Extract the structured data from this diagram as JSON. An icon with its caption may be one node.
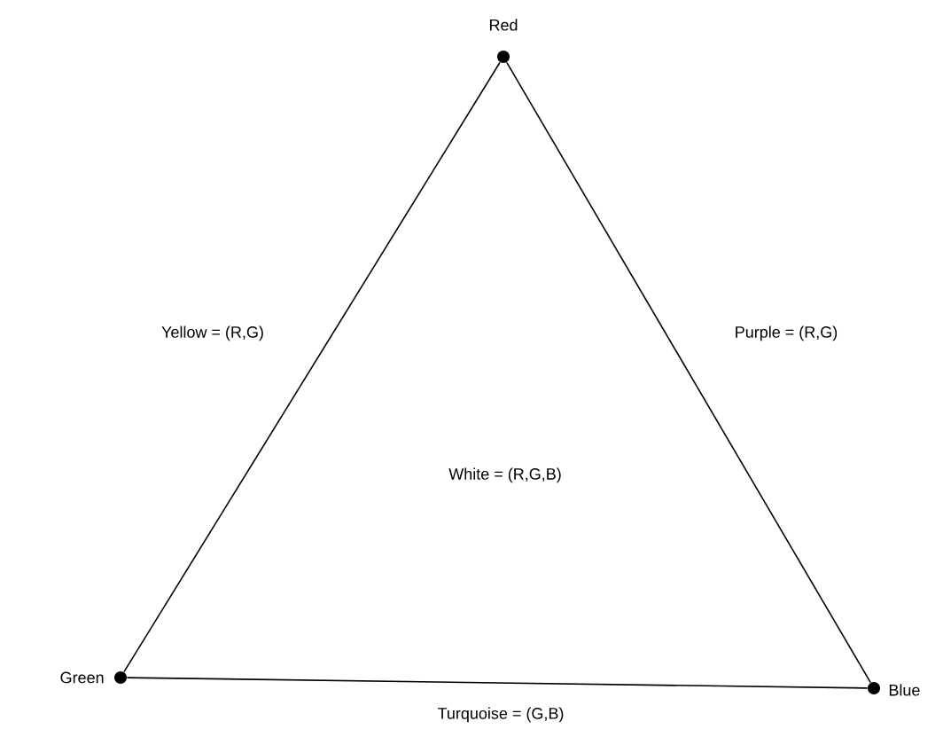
{
  "diagram": {
    "nodes": [
      {
        "text": [],
        "shape": "circle",
        "beside": [
          "Red"
        ]
      },
      {
        "text": [],
        "shape": "circle",
        "beside": [
          "Green"
        ]
      },
      {
        "text": [],
        "shape": "circle",
        "beside": [
          "Blue"
        ]
      }
    ],
    "edges": [
      {
        "from": 0,
        "to": 1,
        "arrow": "none",
        "label": "Yellow = (R,G)"
      },
      {
        "from": 0,
        "to": 2,
        "arrow": "none",
        "label": "Purple = (R,G)"
      },
      {
        "from": 1,
        "to": 2,
        "arrow": "none",
        "label": "Turquoise = (G,B)"
      }
    ],
    "labels": [
      "White = (R,G,B)"
    ]
  }
}
